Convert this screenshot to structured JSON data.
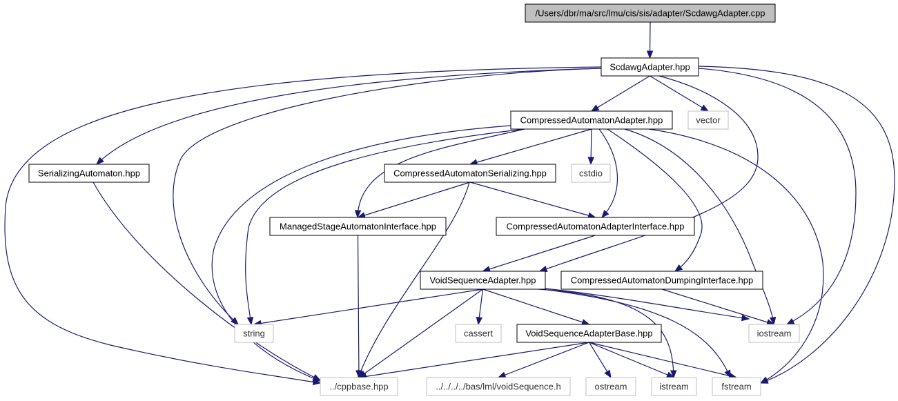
{
  "nodes": {
    "root": {
      "label": "/Users/dbr/ma/src/lmu/cis/sis/adapter/ScdawgAdapter.cpp",
      "kind": "root"
    },
    "scdawg": {
      "label": "ScdawgAdapter.hpp",
      "kind": "local"
    },
    "caa": {
      "label": "CompressedAutomatonAdapter.hpp",
      "kind": "local"
    },
    "vector": {
      "label": "vector",
      "kind": "system"
    },
    "serial": {
      "label": "SerializingAutomaton.hpp",
      "kind": "local"
    },
    "cas": {
      "label": "CompressedAutomatonSerializing.hpp",
      "kind": "local"
    },
    "cstdio": {
      "label": "cstdio",
      "kind": "system"
    },
    "msai": {
      "label": "ManagedStageAutomatonInterface.hpp",
      "kind": "local"
    },
    "caai": {
      "label": "CompressedAutomatonAdapterInterface.hpp",
      "kind": "local"
    },
    "vsa": {
      "label": "VoidSequenceAdapter.hpp",
      "kind": "local"
    },
    "cadi": {
      "label": "CompressedAutomatonDumpingInterface.hpp",
      "kind": "local"
    },
    "string": {
      "label": "string",
      "kind": "system"
    },
    "cassert": {
      "label": "cassert",
      "kind": "system"
    },
    "vsab": {
      "label": "VoidSequenceAdapterBase.hpp",
      "kind": "local"
    },
    "iostream": {
      "label": "iostream",
      "kind": "system"
    },
    "cppbase": {
      "label": "../cppbase.hpp",
      "kind": "system"
    },
    "voidseq": {
      "label": "../../../../bas/lml/voidSequence.h",
      "kind": "system"
    },
    "ostream": {
      "label": "ostream",
      "kind": "system"
    },
    "istream": {
      "label": "istream",
      "kind": "system"
    },
    "fstream": {
      "label": "fstream",
      "kind": "system"
    }
  },
  "edges": [
    [
      "root",
      "scdawg"
    ],
    [
      "scdawg",
      "caa"
    ],
    [
      "scdawg",
      "vector"
    ],
    [
      "scdawg",
      "serial"
    ],
    [
      "scdawg",
      "string"
    ],
    [
      "scdawg",
      "cppbase"
    ],
    [
      "scdawg",
      "vsa"
    ],
    [
      "scdawg",
      "iostream"
    ],
    [
      "scdawg",
      "fstream"
    ],
    [
      "caa",
      "cas"
    ],
    [
      "caa",
      "cstdio"
    ],
    [
      "caa",
      "msai"
    ],
    [
      "caa",
      "caai"
    ],
    [
      "caa",
      "string"
    ],
    [
      "caa",
      "cppbase"
    ],
    [
      "caa",
      "cadi"
    ],
    [
      "caa",
      "iostream"
    ],
    [
      "caa",
      "fstream"
    ],
    [
      "serial",
      "cppbase"
    ],
    [
      "cas",
      "msai"
    ],
    [
      "cas",
      "caai"
    ],
    [
      "cas",
      "cppbase"
    ],
    [
      "msai",
      "cppbase"
    ],
    [
      "caai",
      "vsa"
    ],
    [
      "vsa",
      "string"
    ],
    [
      "vsa",
      "cppbase"
    ],
    [
      "vsa",
      "cassert"
    ],
    [
      "vsa",
      "vsab"
    ],
    [
      "vsa",
      "iostream"
    ],
    [
      "vsa",
      "istream"
    ],
    [
      "vsa",
      "fstream"
    ],
    [
      "cadi",
      "iostream"
    ],
    [
      "vsab",
      "cppbase"
    ],
    [
      "vsab",
      "voidseq"
    ],
    [
      "vsab",
      "ostream"
    ],
    [
      "vsab",
      "istream"
    ],
    [
      "vsab",
      "fstream"
    ]
  ],
  "colors": {
    "edge": "#191970",
    "root_fill": "#bfbfbf",
    "local_border": "#000000",
    "system_border": "#bfbfbf"
  }
}
